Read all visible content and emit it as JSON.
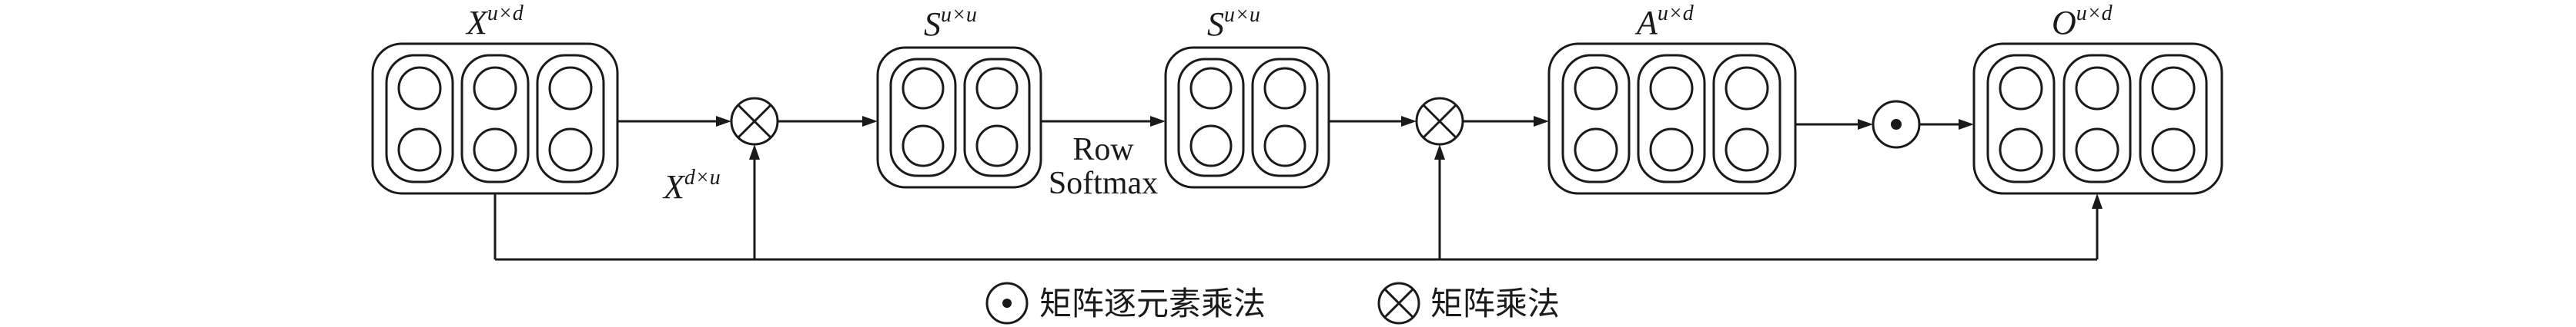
{
  "blocks": [
    {
      "id": "x",
      "base": "X",
      "sup": "u×d",
      "columns": 3
    },
    {
      "id": "s1",
      "base": "S",
      "sup": "u×u",
      "columns": 2
    },
    {
      "id": "s2",
      "base": "S",
      "sup": "u×u",
      "columns": 2
    },
    {
      "id": "a",
      "base": "A",
      "sup": "u×d",
      "columns": 3
    },
    {
      "id": "o",
      "base": "O",
      "sup": "u×d",
      "columns": 3
    }
  ],
  "transpose_label": {
    "base": "X",
    "sup": "d×u"
  },
  "row_softmax": {
    "line1": "Row",
    "line2": "Softmax"
  },
  "legend": {
    "elementwise_label": "矩阵逐元素乘法",
    "matmul_label": "矩阵乘法"
  }
}
